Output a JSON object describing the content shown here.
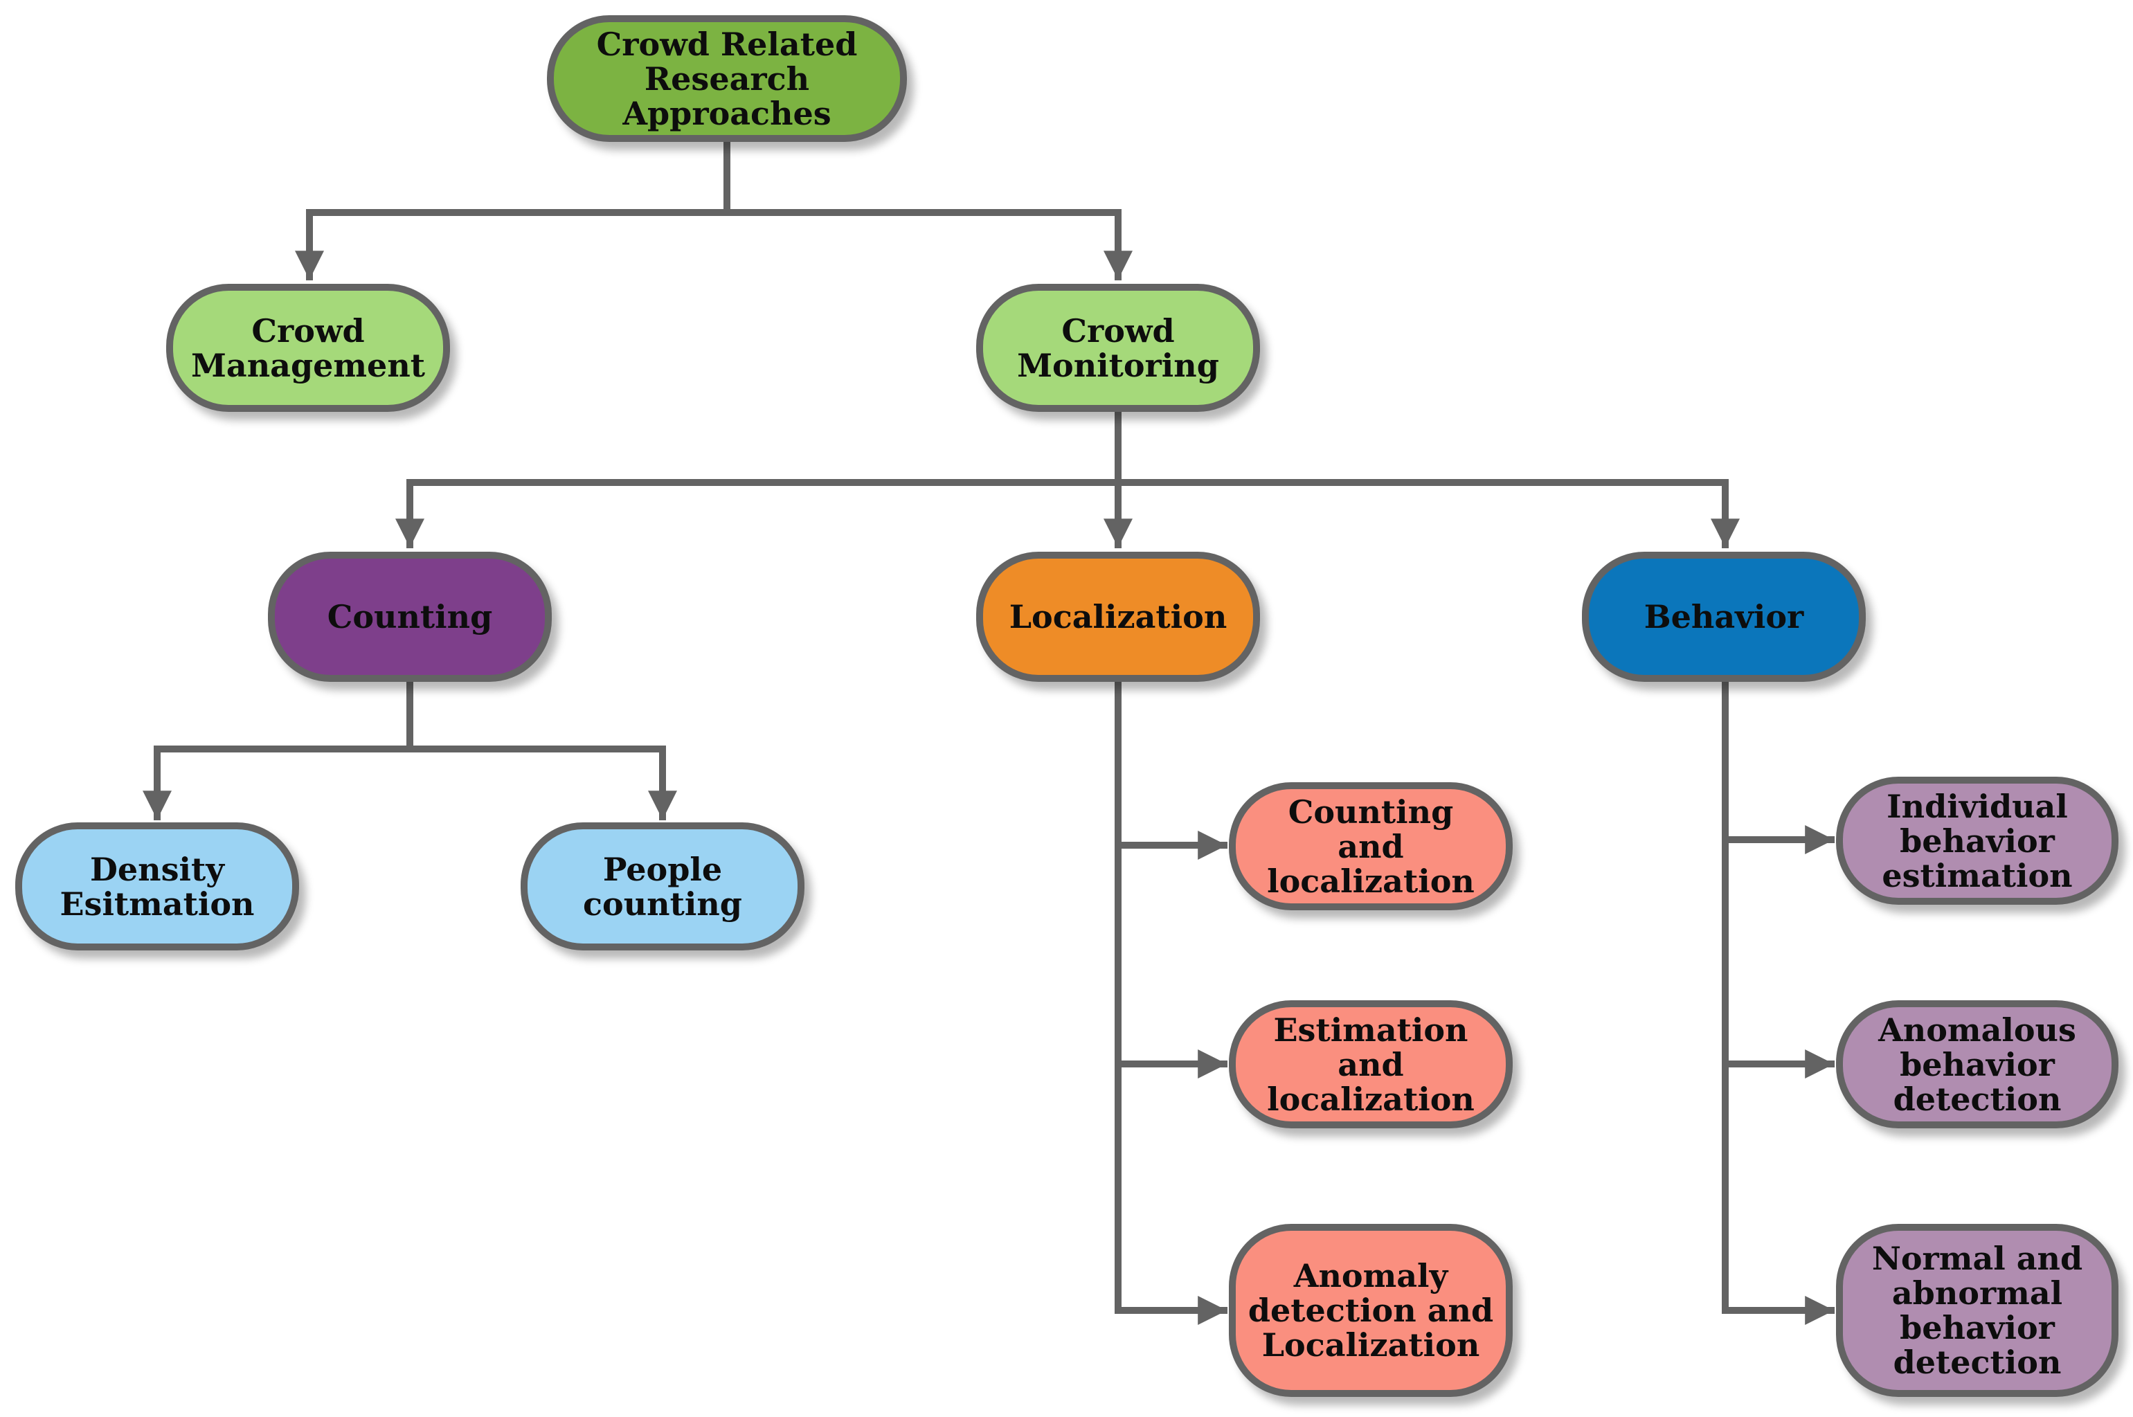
{
  "colors": {
    "root": "#7cb342",
    "level1": "#a5d97a",
    "counting": "#7e3f8b",
    "localization": "#ee8c27",
    "behavior": "#0b76bb",
    "counting_children": "#9bd3f3",
    "localization_children": "#fa8f7f",
    "behavior_children": "#b08db0",
    "border": "#636363",
    "connector": "#636363"
  },
  "nodes": {
    "root": "Crowd Related Research Approaches",
    "crowd_management": "Crowd Management",
    "crowd_monitoring": "Crowd Monitoring",
    "counting": "Counting",
    "localization": "Localization",
    "behavior": "Behavior",
    "density_estimation": "Density Esitmation",
    "people_counting": "People counting",
    "counting_and_localization": "Counting and localization",
    "estimation_and_localization": "Estimation and localization",
    "anomaly_detection_and_localization": "Anomaly detection and Localization",
    "individual_behavior_estimation": "Individual behavior estimation",
    "anomalous_behavior_detection": "Anomalous behavior detection",
    "normal_and_abnormal_behavior_detection": "Normal and abnormal behavior detection"
  }
}
